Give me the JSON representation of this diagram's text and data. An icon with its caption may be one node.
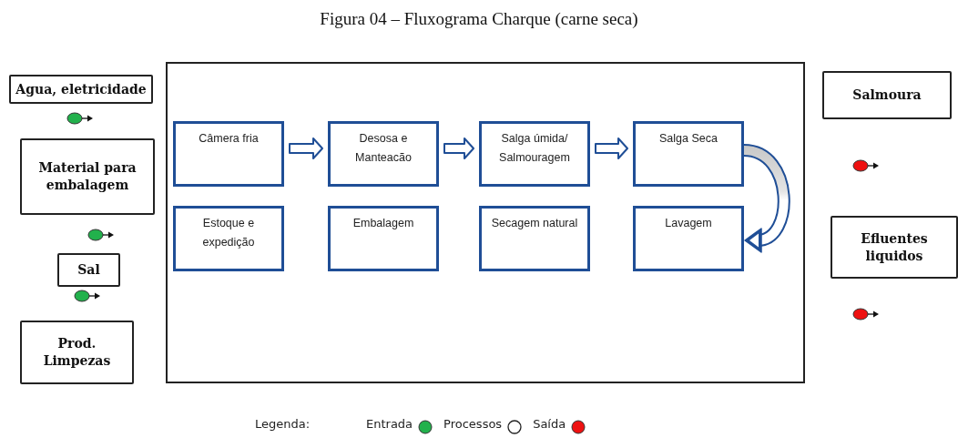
{
  "diagram": {
    "title": "Figura 04 – Fluxograma Charque (carne seca)",
    "nodes": [
      {
        "text": [],
        "shape": "box"
      },
      {
        "text": [
          "Agua, eletricidade"
        ]
      },
      {
        "text": [
          "Material para embalagem"
        ]
      },
      {
        "text": [
          "Sal"
        ]
      },
      {
        "text": [
          "Prod. Limpezas"
        ]
      },
      {
        "text": [
          "Câmera fria"
        ],
        "in": 0
      },
      {
        "text": [
          "Desosa e Manteacão"
        ],
        "in": 0
      },
      {
        "text": [
          "Salga úmida/ Salmouragem"
        ],
        "in": 0
      },
      {
        "text": [
          "Salga Seca"
        ],
        "in": 0
      },
      {
        "text": [
          "Estoque e expedição"
        ],
        "in": 0
      },
      {
        "text": [
          "Embalagem"
        ],
        "in": 0
      },
      {
        "text": [
          "Secagem natural"
        ],
        "in": 0
      },
      {
        "text": [
          "Lavagem"
        ],
        "in": 0
      },
      {
        "text": [
          "Salmoura"
        ]
      },
      {
        "text": [
          "Efluentes liquidos"
        ]
      }
    ],
    "edges": [
      {
        "from": 5,
        "to": 6,
        "arrow": "to"
      },
      {
        "from": 6,
        "to": 7,
        "arrow": "to"
      },
      {
        "from": 7,
        "to": 8,
        "arrow": "to"
      },
      {
        "from": 8,
        "to": 12,
        "arrow": "to"
      }
    ],
    "labels": [
      "Legenda:"
    ],
    "legend": [
      {
        "text": "Entrada",
        "color": "#22b14c"
      },
      {
        "text": "Processos"
      },
      {
        "text": "Saída",
        "color": "#ee1111"
      }
    ]
  }
}
